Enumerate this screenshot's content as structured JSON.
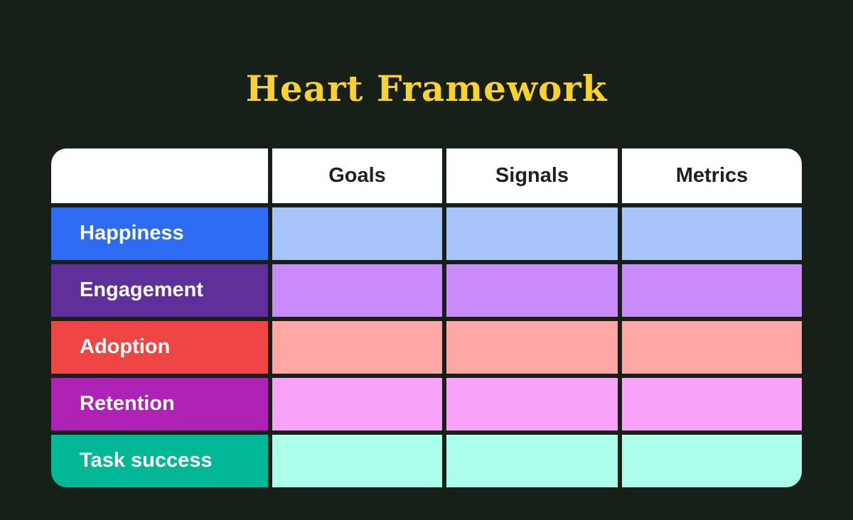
{
  "title": "Heart Framework",
  "theme": {
    "page_background": "#161F18",
    "title_color": "#FBD12D",
    "header_background": "#FFFFFF",
    "header_text_color": "#1C231B",
    "row_label_text_color": "#FFFFFF"
  },
  "table": {
    "column_headers": [
      "Goals",
      "Signals",
      "Metrics"
    ],
    "rows": [
      {
        "label": "Happiness",
        "label_bg": "#2D6BF3",
        "cell_bg": "#A6C3FA"
      },
      {
        "label": "Engagement",
        "label_bg": "#60309A",
        "cell_bg": "#C98BF9"
      },
      {
        "label": "Adoption",
        "label_bg": "#F04545",
        "cell_bg": "#FFA7A5"
      },
      {
        "label": "Retention",
        "label_bg": "#AE22B6",
        "cell_bg": "#F7A3F9"
      },
      {
        "label": "Task success",
        "label_bg": "#02B795",
        "cell_bg": "#ABFEE9"
      }
    ]
  }
}
